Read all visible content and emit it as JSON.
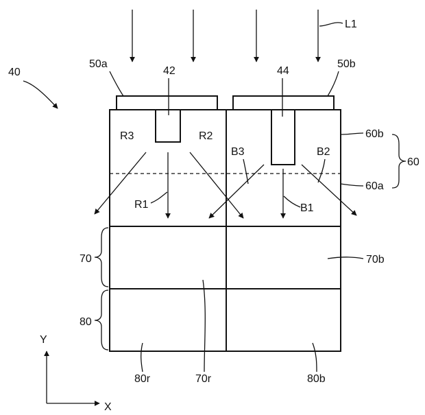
{
  "diagram": {
    "labels": {
      "device": "40",
      "light": "L1",
      "led_left": "50a",
      "led_right": "50b",
      "chip_left": "42",
      "chip_right": "44",
      "layer_60": "60",
      "layer_60a": "60a",
      "layer_60b": "60b",
      "ray_r1": "R1",
      "ray_r2": "R2",
      "ray_r3": "R3",
      "ray_b1": "B1",
      "ray_b2": "B2",
      "ray_b3": "B3",
      "layer_70": "70",
      "layer_70b": "70b",
      "layer_70r": "70r",
      "layer_80": "80",
      "layer_80r": "80r",
      "layer_80b": "80b",
      "axis_x": "X",
      "axis_y": "Y"
    },
    "colors": {
      "line": "#111111",
      "background": "#ffffff"
    }
  }
}
